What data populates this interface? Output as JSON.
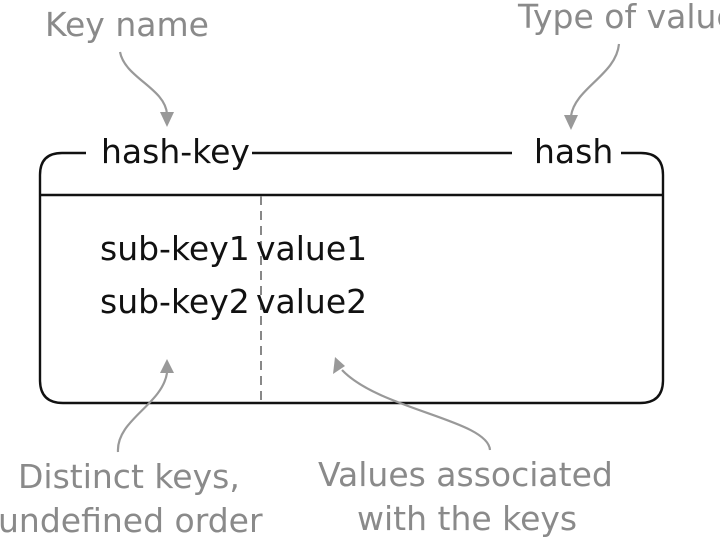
{
  "annotations": {
    "key_name": "Key name",
    "type_of_value": "Type of value",
    "distinct_keys_line1": "Distinct keys,",
    "distinct_keys_line2": "undefined order",
    "values_assoc_line1": "Values associated",
    "values_assoc_line2": "with the keys"
  },
  "header": {
    "key": "hash-key",
    "type": "hash"
  },
  "entries": [
    {
      "sub_key": "sub-key1",
      "value": "value1"
    },
    {
      "sub_key": "sub-key2",
      "value": "value2"
    }
  ],
  "colors": {
    "annotation_text": "#8a8a8a",
    "arrow": "#999999",
    "box": "#111111"
  }
}
